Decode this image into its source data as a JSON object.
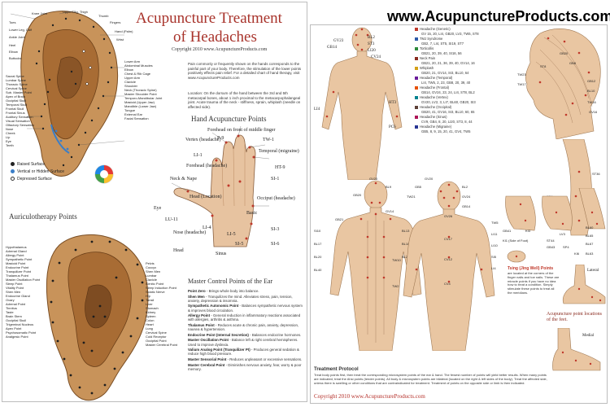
{
  "site_url": "www.AcupunctureProducts.com",
  "left_sheet": {
    "title_line1": "Acupuncture Treatment",
    "title_line2": "of Headaches",
    "copyright": "Copyright 2010 www.AcupunctureProducts.com",
    "intro_paragraph_1": "Pain commonly or frequently shown on the hands corresponds to the painful part of your body. Therefore, the stimulation of the lower points positively effects pain relief. For a detailed chart of hand therapy, visit www.AcupunctureProducts.com",
    "intro_paragraph_2": "Location: On the dorsum of the hand between the 3rd and 5th metacarpal bones, about 1 inch proximal to the metacarpophalangeal joint. Acute trauma of the neck - stiffness, sprain, whiplash (needle on affected side).",
    "hand_section_title": "Hand Acupuncture Points",
    "ear_section_title": "Auriculotherapy Points",
    "master_section_title": "Master Control Points of the Ear",
    "legend": {
      "raised": "Raised Surface",
      "vertical": "Vertical or Hidden Surface",
      "depressed": "Depressed Surface"
    },
    "ear_top_labels": [
      "Knee Joint",
      "Upper Leg, Thigh",
      "Thumb",
      "Toes",
      "Fingers",
      "Lower Leg, Calf",
      "Hand (Palm)",
      "Ankle Joint",
      "Wrist",
      "Heel",
      "Elbow",
      "Buttocks"
    ],
    "ear_right_labels": [
      "Lower Arm",
      "Abdominal Muscles",
      "Elbow",
      "Chest & Rib Cage",
      "Upper Arm",
      "Clavicle",
      "Shoulder",
      "Neck (Thoracic Spine)",
      "Master Shoulder Point",
      "Temporo-Mandibular Joint",
      "Mastoid (Upper Jaw)",
      "Mandible (Lower Jaw)",
      "Tongue",
      "External Ear",
      "Facial Sensation"
    ],
    "ear_left_labels": [
      "Sacral Spine",
      "Lumbar Spine",
      "Thoracic Spine",
      "Cervical Spine",
      "Sub. Master Point",
      "Apex of Brain",
      "Occipital Skull",
      "Temporal Skull",
      "Frontal Skull",
      "Frontal Sinus",
      "Auditory Sensation",
      "Visual Sensation",
      "Olfactory Sensation",
      "Nose",
      "Cheek",
      "Lip",
      "Eye",
      "Teeth"
    ],
    "hand_labels": {
      "vertex": "Vertex (headache)",
      "forehead_top": "Forehead on front of middle finger",
      "temporal": "Temporal (migraine)",
      "forehead_left": "Forehead (headache)",
      "neck_nape": "Neck & Nape",
      "occiput": "Occiput (headache)",
      "basic": "Basic",
      "head": "Head",
      "nose": "Nose (headache)",
      "eye": "Eye",
      "sinus": "Sinus"
    },
    "hand_points": [
      "P-9",
      "TW-1",
      "LI-1",
      "HT-9",
      "SI-1",
      "LU-11",
      "LI-4",
      "SI-3",
      "SI-6",
      "SI-5",
      "LI-5",
      "Head (Location)"
    ],
    "ear_points_left": [
      "Hypothalamus",
      "Adrenal Gland",
      "Allergy Point",
      "Sympathetic Point",
      "Mastoid Point",
      "Endocrine Point",
      "Tranquilizer Point",
      "Thalamus Point",
      "Master Oscillation Point",
      "Sleep Point",
      "Vitality Point",
      "Shen Men",
      "Endocrine Gland",
      "Ovary",
      "Adrenal Point",
      "Tinnitus",
      "Taste",
      "Brain Stem",
      "Occipital Skull",
      "Trigeminal Nucleus",
      "Apex Point",
      "Psychosomatic Point",
      "Analgesic Point"
    ],
    "ear_points_right": [
      "Pelvis",
      "Coccyx",
      "Shen Men",
      "Lumbar",
      "Clavicle",
      "Genito Point",
      "Sleep Induction Point",
      "Sciatic Nerve",
      "Hip",
      "Tonsil",
      "Liver",
      "Stomach",
      "Kidney",
      "Spleen",
      "Colon",
      "Heart",
      "Lung",
      "Cervical Spine",
      "Cold Receptor",
      "Occipital Point",
      "Master Cerebral Point"
    ],
    "master_points": [
      {
        "name": "Point Zero",
        "text": "Brings whole body into balance."
      },
      {
        "name": "Shen Men",
        "text": "Tranquilizes the mind. Alleviates stress, pain, tension, anxiety, depression & insomnia."
      },
      {
        "name": "Sympathetic Autonomic Point",
        "text": "Balances sympathetic nervous system & improves blood circulation."
      },
      {
        "name": "Allergy Point",
        "text": "General reduction in inflammatory reactions associated with allergies, arthritis & asthma."
      },
      {
        "name": "Thalamus Point",
        "text": "Reduces acute & chronic pain, anxiety, depression, nausea & hypertension."
      },
      {
        "name": "Endocrine Point (Internal Secretion)",
        "text": "Balances endocrine hormones."
      },
      {
        "name": "Master Oscillation Point",
        "text": "Balance left & right cerebral hemispheres. Used to improve dyslexia."
      },
      {
        "name": "Valium Analog Point (Tranquilizer Pt)",
        "text": "Produces general sedation & reduce high blood pressure."
      },
      {
        "name": "Master Sensorial Point",
        "text": "Reduces unpleasant or excessive sensations."
      },
      {
        "name": "Master Cerebral Point",
        "text": "Diminishes nervous anxiety, fear, worry & poor memory."
      }
    ]
  },
  "right_sheet": {
    "body_points_front": [
      "GV23",
      "GB14",
      "BL2",
      "ST3",
      "LI20",
      "CV24",
      "LI4",
      "HT3",
      "PC6",
      "ST36",
      "SP6",
      "LV3"
    ],
    "head_side_points": [
      "GB20",
      "GB8",
      "ST8",
      "TW23",
      "TW17",
      "GB12",
      "BL10",
      "TW16",
      "GV16",
      "GB20",
      "SI3",
      "LI15",
      "TW15"
    ],
    "back_points": [
      "GV20",
      "BL9",
      "GB20",
      "GV14",
      "GB21",
      "SI10",
      "BL13",
      "BL17",
      "BL18",
      "BL20",
      "BL23",
      "BL40"
    ],
    "front_points": [
      "GV20",
      "GB5",
      "BL2",
      "TW21",
      "GV24",
      "GB14",
      "TW5",
      "LI11",
      "LI10",
      "TW10",
      "SI5",
      "LI4",
      "GV26",
      "CV17",
      "CV12",
      "CV4",
      "TW2"
    ],
    "legend_entries": [
      {
        "name": "Headache (Generic)",
        "points": "GV 15, 20, LI4, GB20, LV3, TW5, ST8"
      },
      {
        "name": "TMJ Syndrome",
        "points": "GB2, 7, LI4, ST5, SI19, ST7"
      },
      {
        "name": "Torticollis",
        "points": "GB21, 20, 39, 40, SI16, 56"
      },
      {
        "name": "Neck Pain",
        "points": "GB21, 20, 21, 36, 39, 40, GV14, 16"
      },
      {
        "name": "Whiplash",
        "points": "GB20, 21, GV14, SI3, BL10, 64"
      },
      {
        "name": "Headache (Temporal)",
        "points": "LI4, TW5, 2, 23, GB8, 20, 39, 40"
      },
      {
        "name": "Headache (Frontal)",
        "points": "GB14, GV24, 23, 24, LI4, ST8, BL2"
      },
      {
        "name": "Headache (Vertex)",
        "points": "GV20, LV2, 3, LI7, BL60, GB20, SI3"
      },
      {
        "name": "Headache (Occipital)",
        "points": "GB20, 41, GV16, SI3, BL10, 60, 65"
      },
      {
        "name": "Headache (Sinus)",
        "points": "CV9, GB4, 8, 20, LI20, ST3, 8, 44"
      },
      {
        "name": "Headache (Migraine)",
        "points": "GB5, 8, 9, 15, 20, 41, GV4, TW5"
      }
    ],
    "foot_labels": [
      "ST36",
      "SP6",
      "GB41",
      "KI3",
      "BL60",
      "BL65",
      "BL67",
      "KI1 (Sole of Foot)",
      "ST44",
      "LV3",
      "GB43",
      "SP4",
      "KI6",
      "BL63"
    ],
    "tsing_title": "Tsing (Jing Well) Points",
    "tsing_text": "are located at the corners of the finger nails and toe nails. These are miracle points if you have no idea how to treat a condition. Simply stimulate these points to treat all the meridians.",
    "feet_label": "Acupuncture point locations of the feet.",
    "lateral_label": "Lateral",
    "medial_label": "Medial",
    "protocol_title": "Treatment Protocol",
    "protocol_text": "Treat body points first, then treat the corresponding microsystem points of the ear & hand. The fewest number of points will yield better results. When many points are indicated, treat the Ahsi points (tender points). All body & microsystem points are bilateral (located on the right & left sides of the body). Treat the affected side, unless there is swelling or other conditions that are contraindicated for treatment. Treatment of points on the opposite side or limb is then indicated.",
    "copyright": "Copyright 2010 www.AcupunctureProducts.com"
  },
  "colors": {
    "title_red": "#a8332b",
    "skin": "#e9c6a2",
    "skin_shadow": "#c89870",
    "ear_brown": "#b07a42",
    "point_red": "#c0392b",
    "point_blue": "#2e5aa8",
    "point_green": "#2e8b3a"
  }
}
